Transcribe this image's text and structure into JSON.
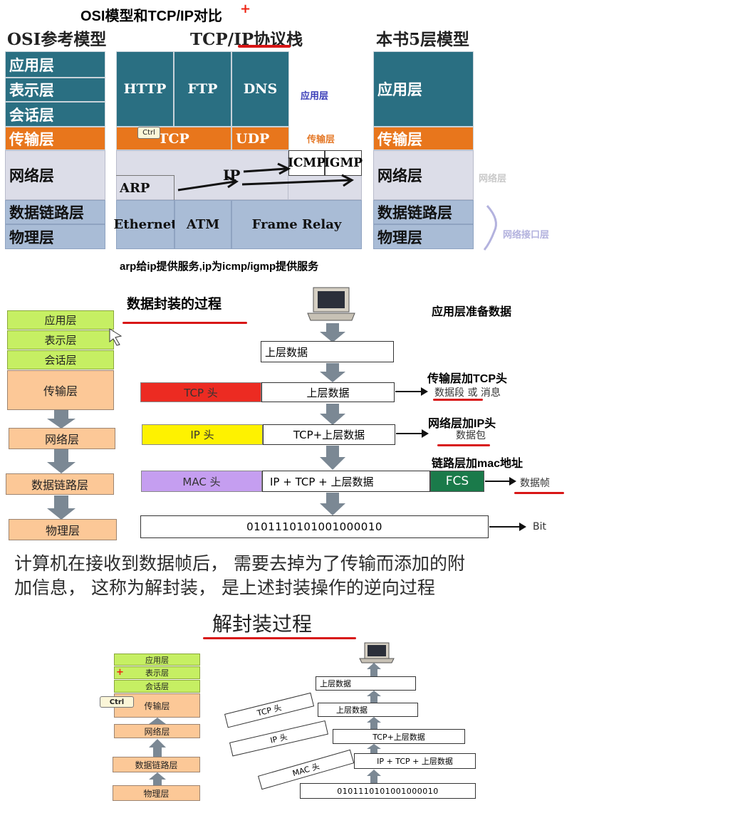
{
  "top_title": "OSI模型和TCP/IP对比",
  "headers": {
    "osi": "OSI参考模型",
    "tcpip": "TCP/IP协议栈",
    "book": "本书5层模型"
  },
  "osi_layers": [
    "应用层",
    "表示层",
    "会话层",
    "传输层",
    "网络层",
    "数据链路层",
    "物理层"
  ],
  "tcpip": {
    "http": "HTTP",
    "ftp": "FTP",
    "dns": "DNS",
    "tcp": "TCP",
    "udp": "UDP",
    "icmp": "ICMP",
    "igmp": "IGMP",
    "ip": "IP",
    "arp": "ARP",
    "ethernet": "Ethernet",
    "atm": "ATM",
    "frame_relay": "Frame Relay",
    "ctrl": "Ctrl"
  },
  "side_labels": {
    "app": "应用层",
    "transport": "传输层",
    "network": "网络层",
    "netif": "网络接口层"
  },
  "book_layers": [
    "应用层",
    "传输层",
    "网络层",
    "数据链路层",
    "物理层"
  ],
  "arp_note": "arp给ip提供服务,ip为icmp/igmp提供服务",
  "encap": {
    "title": "数据封装的过程",
    "app_note": "应用层准备数据",
    "left_green": [
      "应用层",
      "表示层",
      "会话层"
    ],
    "left_transport": "传输层",
    "left_network": "网络层",
    "left_link": "数据链路层",
    "left_physical": "物理层",
    "upper_data": "上层数据",
    "tcp_head": "TCP 头",
    "ip_head": "IP 头",
    "mac_head": "MAC 头",
    "tcp_upper": "TCP+上层数据",
    "ip_tcp_upper": "IP + TCP + 上层数据",
    "fcs": "FCS",
    "bits": "010111010100100001​0",
    "bit_label": "Bit",
    "note_tcp": "传输层加TCP头",
    "segment": "数据段 或 消息",
    "note_ip": "网络层加IP头",
    "packet": "数据包",
    "note_mac": "链路层加mac地址",
    "frame": "数据帧",
    "colors": {
      "tcp": "#ec2b22",
      "ip": "#fef200",
      "mac": "#c59ef0",
      "fcs": "#1a7a4a"
    }
  },
  "decap_text_1": "计算机在接收到数据帧后， 需要去掉为了传输而添加的附",
  "decap_text_2": "加信息， 这称为解封装， 是上述封装操作的逆向过程",
  "decap": {
    "title": "解封装过程",
    "left_green": [
      "应用层",
      "表示层",
      "会话层"
    ],
    "left_transport": "传输层",
    "left_network": "网络层",
    "left_link": "数据链路层",
    "left_physical": "物理层",
    "ctrl": "Ctrl",
    "upper1": "上层数据",
    "upper2": "上层数据",
    "tcp_upper": "TCP+上层数据",
    "ip_tcp_upper": "IP + TCP + 上层数据",
    "bits": "010111010100100001​0",
    "tcp_head": "TCP 头",
    "ip_head": "IP 头",
    "mac_head": "MAC 头"
  }
}
